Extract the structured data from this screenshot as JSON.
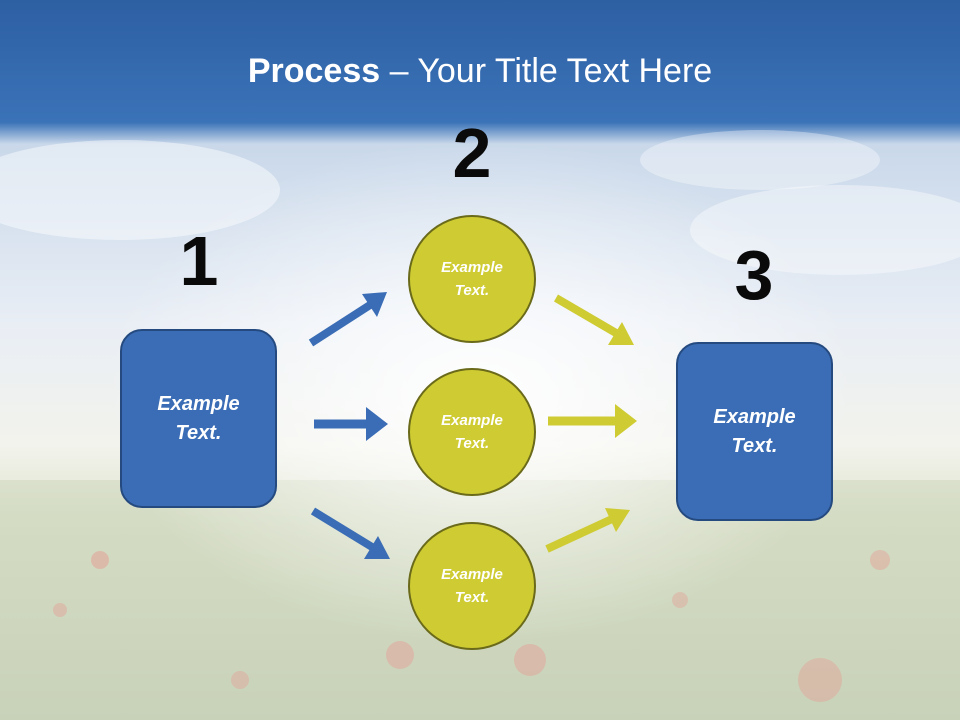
{
  "title": {
    "bold": "Process",
    "rest": " – Your Title Text Here"
  },
  "steps": [
    {
      "number": "1",
      "label": "Example\nText."
    },
    {
      "number": "2",
      "items": [
        "Example\nText.",
        "Example\nText.",
        "Example\nText."
      ]
    },
    {
      "number": "3",
      "label": "Example\nText."
    }
  ],
  "colors": {
    "box": "#3a6db5",
    "circle": "#cfcb32",
    "blue_arrow": "#3a6db5",
    "yellow_arrow": "#cfcb32",
    "title_band": "#2e63a8"
  }
}
